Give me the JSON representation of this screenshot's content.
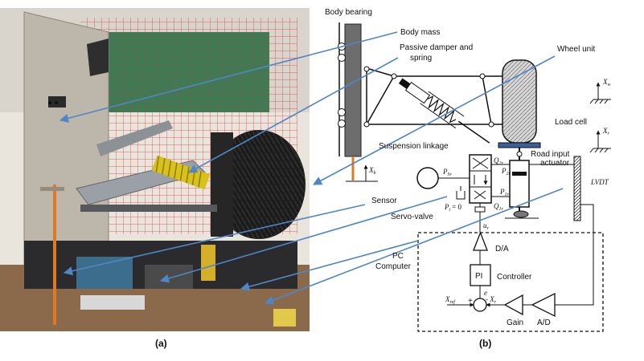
{
  "panel_a": {
    "caption": "(a)"
  },
  "panel_b": {
    "caption": "(b)",
    "labels": {
      "body_bearing": "Body bearing",
      "body_mass": "Body mass",
      "passive_damper_line1": "Passive damper and",
      "passive_damper_line2": "spring",
      "wheel_unit": "Wheel unit",
      "x_w": "X",
      "x_w_sub": "w",
      "load_cell": "Load cell",
      "x_r": "X",
      "x_r_sub": "r",
      "suspension_linkage": "Suspension linkage",
      "road_input_line1": "Road input",
      "road_input_line2": "actuator",
      "lvdt": "LVDT",
      "x_b": "X",
      "x_b_sub": "b",
      "sensor": "Sensor",
      "servo_valve": "Servo-valve",
      "p_sr": "P",
      "p_sr_sub": "Sr",
      "p_t": "P",
      "p_t_sub": "t",
      "p_t_eq": "= 0",
      "q_2r": "Q",
      "q_2r_sub": "2r",
      "p_2r": "P",
      "p_2r_sub": "2r",
      "p_1r": "P",
      "p_1r_sub": "1r",
      "q_1r": "Q",
      "q_1r_sub": "1r",
      "u_r": "u",
      "u_r_sub": "r",
      "da": "D/A",
      "pc_line1": "PC",
      "pc_line2": "Computer",
      "pi": "PI",
      "controller": "Controller",
      "x_ref": "X",
      "x_ref_sub": "ref",
      "plus": "+",
      "e": "e",
      "minus_x_r": "- X",
      "minus_x_r_sub": "r",
      "gain": "Gain",
      "ad": "A/D"
    }
  },
  "colors": {
    "arrow": "#4f86c6",
    "photo_frame": "#c9c3b8",
    "photo_grid": "#d83a3a",
    "tire": "#1b1b1b",
    "spring": "#d8c21a",
    "sensor": "#e07a22"
  }
}
